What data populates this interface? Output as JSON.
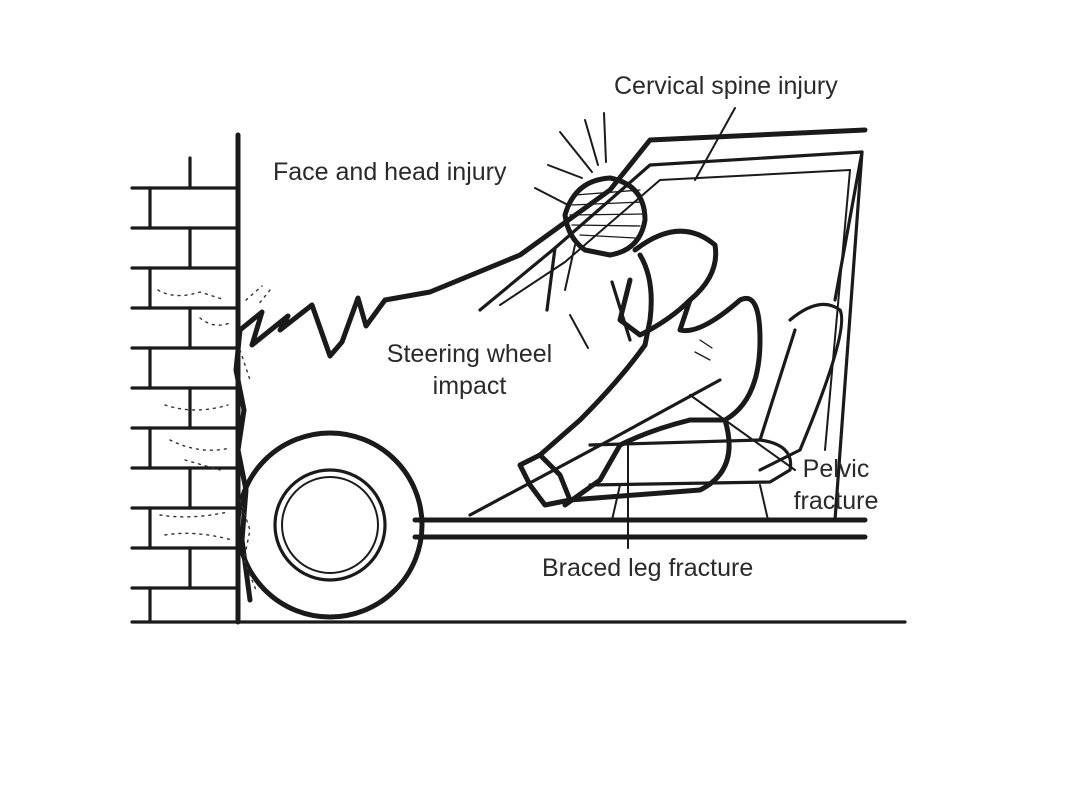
{
  "labels": {
    "cervical": "Cervical spine injury",
    "face_head": "Face and head injury",
    "steering": "Steering wheel\nimpact",
    "pelvic": "Pelvic\nfracture",
    "braced_leg": "Braced leg fracture"
  },
  "colors": {
    "ink": "#1a1a1a",
    "label_text": "#2a2a2a",
    "background": "#ffffff"
  }
}
